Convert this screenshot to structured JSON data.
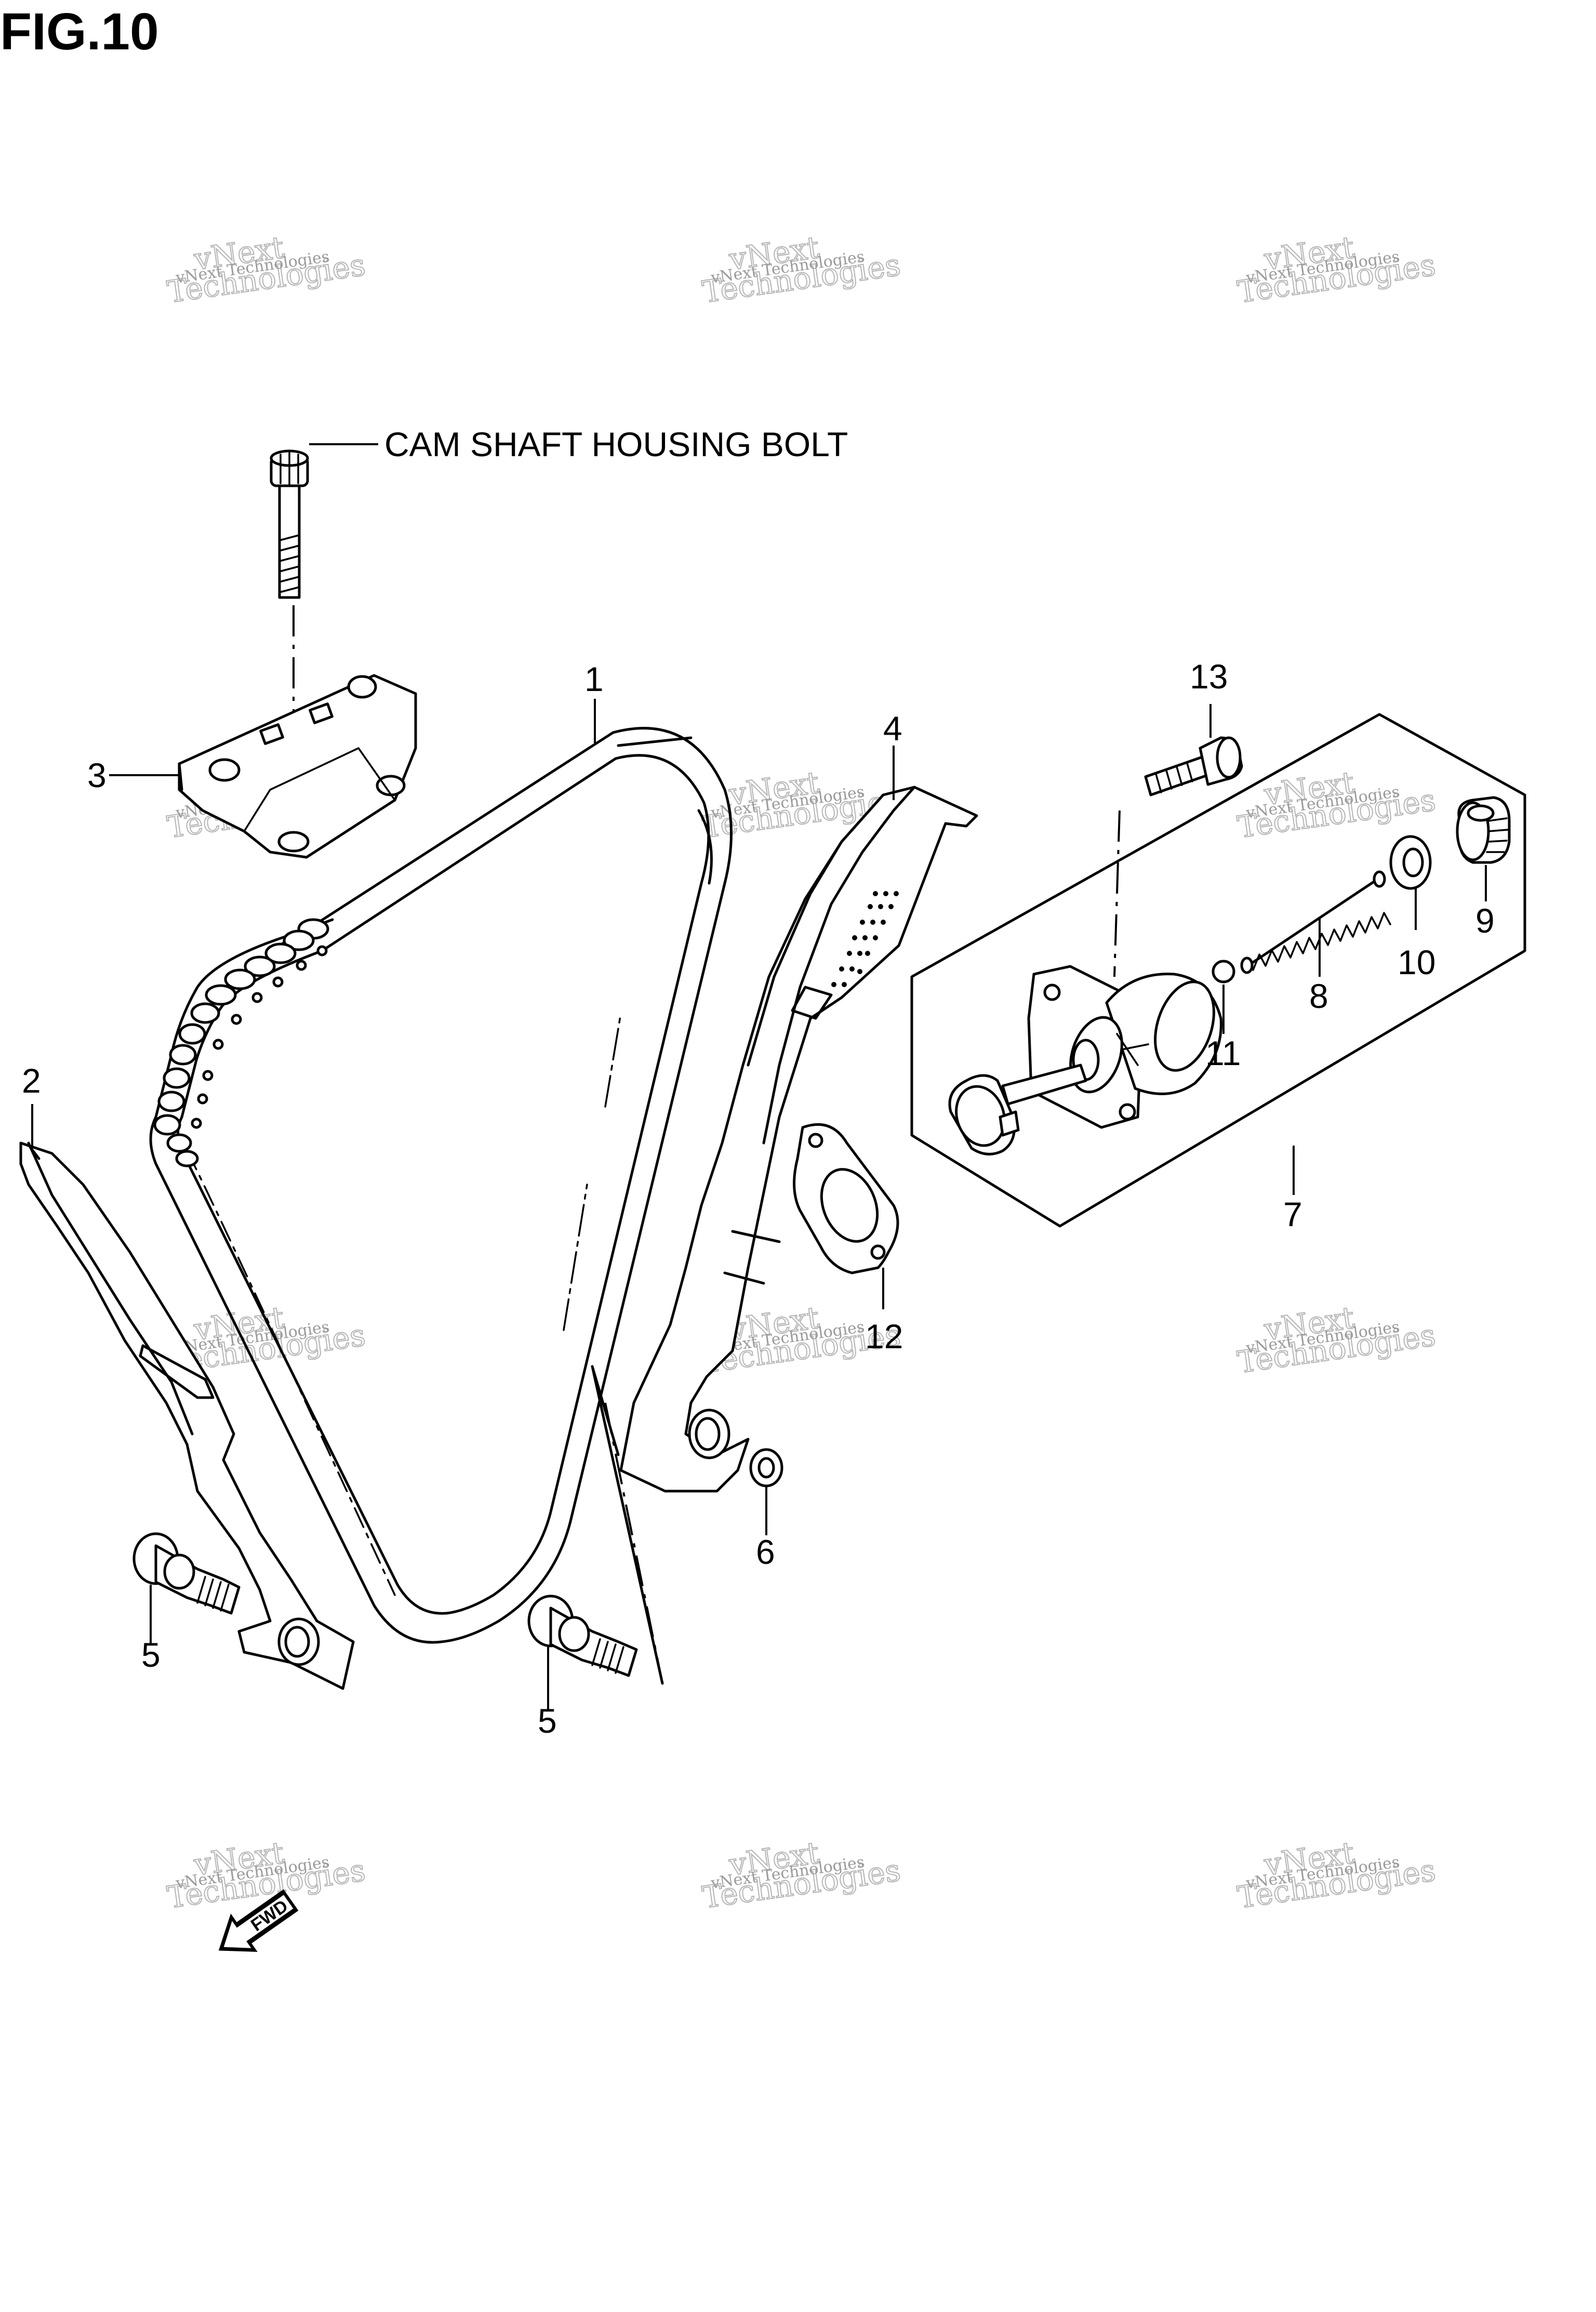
{
  "figure": {
    "title": "FIG.10"
  },
  "callouts": {
    "bolt_note": "CAM SHAFT HOUSING BOLT",
    "p1": "1",
    "p2": "2",
    "p3": "3",
    "p4": "4",
    "p5a": "5",
    "p5b": "5",
    "p6": "6",
    "p7": "7",
    "p8": "8",
    "p9": "9",
    "p10": "10",
    "p11": "11",
    "p12": "12",
    "p13": "13"
  },
  "fwd_label": "FWD",
  "watermark": {
    "line1": "vNext Technologies",
    "line2": "vNext",
    "line3": "Technologies"
  }
}
